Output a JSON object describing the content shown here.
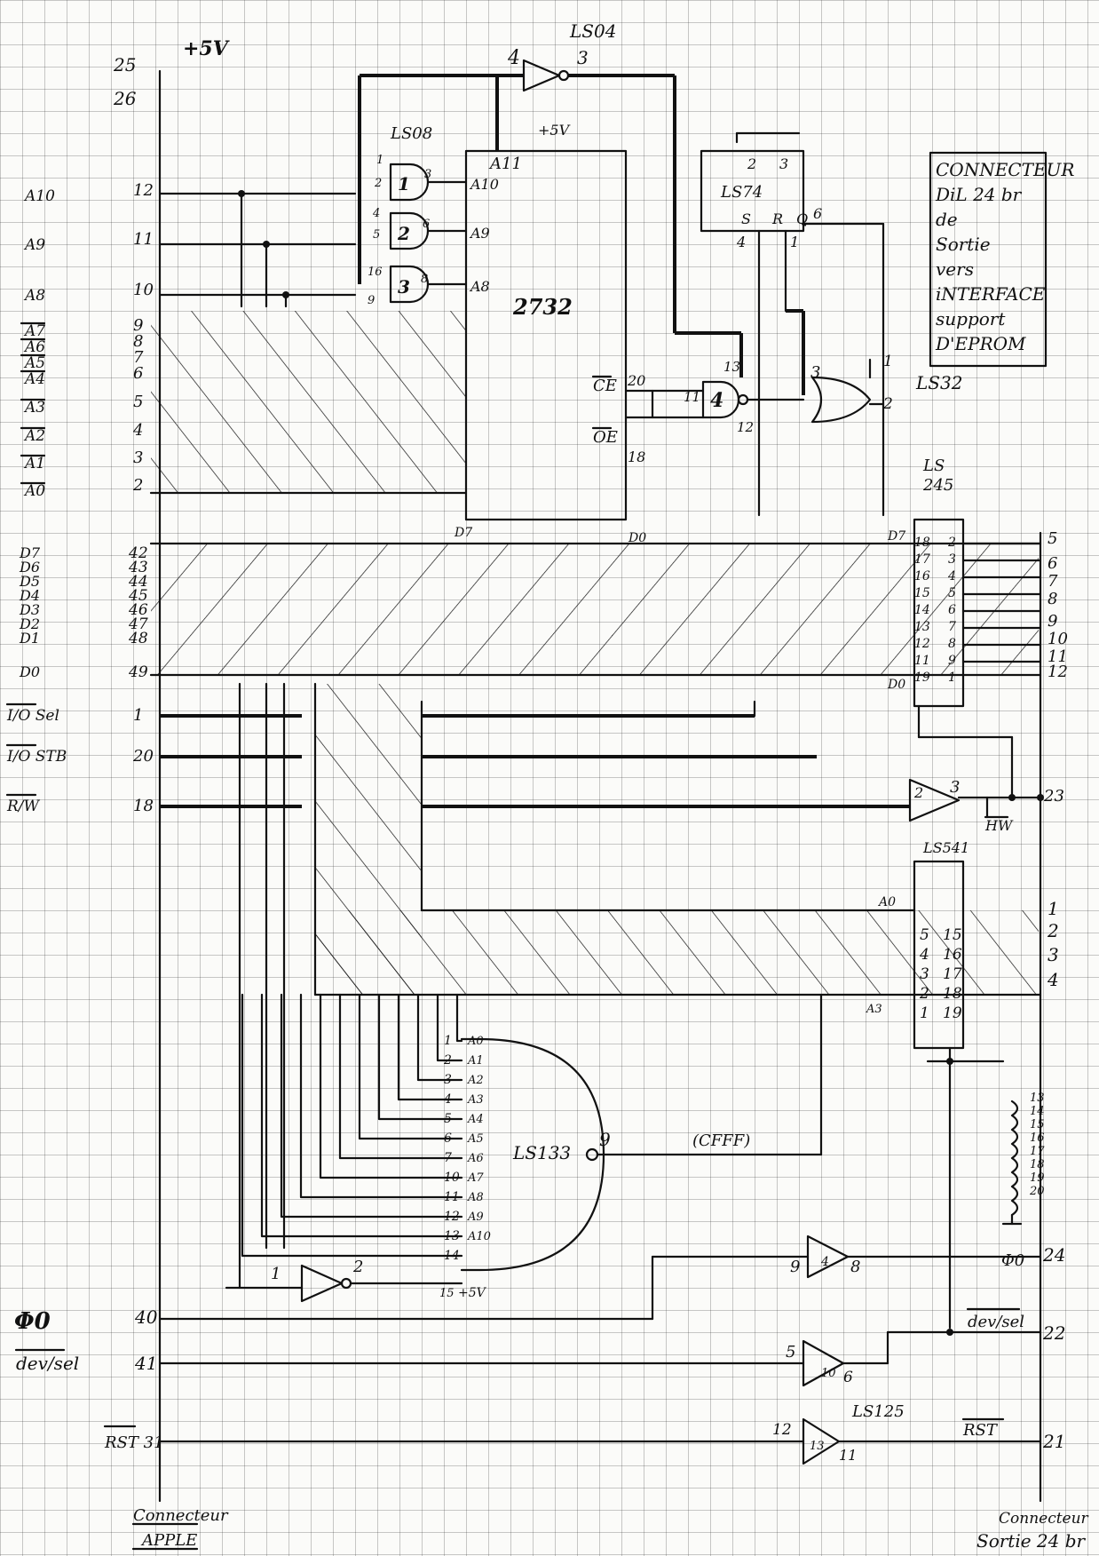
{
  "top_labels": {
    "pin25": "25",
    "plus5v": "+5V",
    "pin26": "26",
    "ls04": "LS04",
    "ls04_in": "4",
    "ls04_out": "3",
    "ls08": "LS08",
    "ls74": "LS74",
    "ls32": "LS32",
    "ls245": "LS\n245",
    "eprom": "2732",
    "a11": "A11",
    "plus5v_b": "+5V"
  },
  "box_text": [
    "CONNECTEUR",
    "DiL 24 br",
    "de",
    "Sortie",
    "vers",
    "iNTERFACE",
    "support",
    "D'EPROM"
  ],
  "apple_left": {
    "address": [
      {
        "name": "A10",
        "pin": "12"
      },
      {
        "name": "A9",
        "pin": "11"
      },
      {
        "name": "A8",
        "pin": "10"
      },
      {
        "name": "A7",
        "pin": "9"
      },
      {
        "name": "A6",
        "pin": "8"
      },
      {
        "name": "A5",
        "pin": "7"
      },
      {
        "name": "A4",
        "pin": "6"
      },
      {
        "name": "A3",
        "pin": "5"
      },
      {
        "name": "A2",
        "pin": "4"
      },
      {
        "name": "A1",
        "pin": "3"
      },
      {
        "name": "A0",
        "pin": "2"
      }
    ],
    "data": [
      {
        "name": "D7",
        "pin": "42"
      },
      {
        "name": "D6",
        "pin": "43"
      },
      {
        "name": "D5",
        "pin": "44"
      },
      {
        "name": "D4",
        "pin": "45"
      },
      {
        "name": "D3",
        "pin": "46"
      },
      {
        "name": "D2",
        "pin": "47"
      },
      {
        "name": "D1",
        "pin": "48"
      },
      {
        "name": "D0",
        "pin": "49"
      }
    ],
    "control": [
      {
        "name": "I/O Sel",
        "pin": "1"
      },
      {
        "name": "I/O STB",
        "pin": "20"
      },
      {
        "name": "R/W",
        "pin": "18"
      }
    ],
    "bottom": [
      {
        "name": "Φ0",
        "pin": "40"
      },
      {
        "name": "dev/sel",
        "pin": "41"
      },
      {
        "name": "RST 31",
        "pin": ""
      }
    ]
  },
  "right_pins": {
    "data": [
      "5",
      "6",
      "7",
      "8",
      "9",
      "10",
      "11",
      "12"
    ],
    "rw": "23",
    "addr": [
      "1",
      "2",
      "3",
      "4"
    ],
    "gnd_group": [
      "13",
      "14",
      "15",
      "16",
      "17",
      "18",
      "19",
      "20"
    ],
    "phi0": "24",
    "devsel": "22",
    "rst": "21"
  },
  "ls245_pins": {
    "left": [
      "18",
      "17",
      "16",
      "15",
      "14",
      "13",
      "12",
      "11",
      "19"
    ],
    "right": [
      "2",
      "3",
      "4",
      "5",
      "6",
      "7",
      "8",
      "9",
      "1"
    ],
    "d7": "D7",
    "d0": "D0"
  },
  "ls541_pins": {
    "left": [
      "5",
      "4",
      "3",
      "2",
      "1"
    ],
    "right": [
      "15",
      "16",
      "17",
      "18",
      "19"
    ],
    "a0": "A0",
    "a3": "A3"
  },
  "ls133_pins": {
    "inputs": [
      "1",
      "2",
      "3",
      "4",
      "5",
      "6",
      "7",
      "10",
      "11",
      "12",
      "13",
      "14"
    ],
    "names": [
      "A0",
      "A1",
      "A2",
      "A3",
      "A4",
      "A5",
      "A6",
      "A7",
      "A8",
      "A9",
      "A10"
    ],
    "out": "9",
    "vcc": "15",
    "vcc_label": "+5V"
  },
  "misc_labels": {
    "ce": "CE",
    "oe": "OE",
    "pin20": "20",
    "pin18": "18",
    "nand4": "4",
    "nand_in1": "13",
    "nand_in2": "12",
    "nand_out": "11",
    "or_out": "3",
    "or_in1": "1",
    "or_in2": "2",
    "ls74_pins": [
      "2",
      "3",
      "S",
      "R",
      "Q",
      "4",
      "1",
      "6"
    ],
    "and_gates": [
      "1",
      "2",
      "3"
    ],
    "and_pins": [
      "1",
      "2",
      "3",
      "4",
      "5",
      "6",
      "16",
      "9",
      "8"
    ],
    "eprom_addr": [
      "A10",
      "A9",
      "A8"
    ],
    "d7": "D7",
    "d0": "D0",
    "cfff": "(CFFF)",
    "ls133": "LS133",
    "ls541": "LS541",
    "ls125": "LS125",
    "hw": "HW",
    "phi0": "Φ0",
    "devsel": "dev/sel",
    "rst": "RST",
    "inv_in": "1",
    "inv_out": "2",
    "buf1_in": "9",
    "buf1_out": "8",
    "buf1_n": "4",
    "buf2_in": "5",
    "buf2_n": "10",
    "buf2_out": "6",
    "buf3_in": "12",
    "buf3_n": "13",
    "buf3_out": "11",
    "buf_rw_in": "2",
    "buf_rw_out": "3"
  },
  "footer": {
    "left": "Connecteur APPLE",
    "right": "Connecteur Sortie 24 br"
  }
}
